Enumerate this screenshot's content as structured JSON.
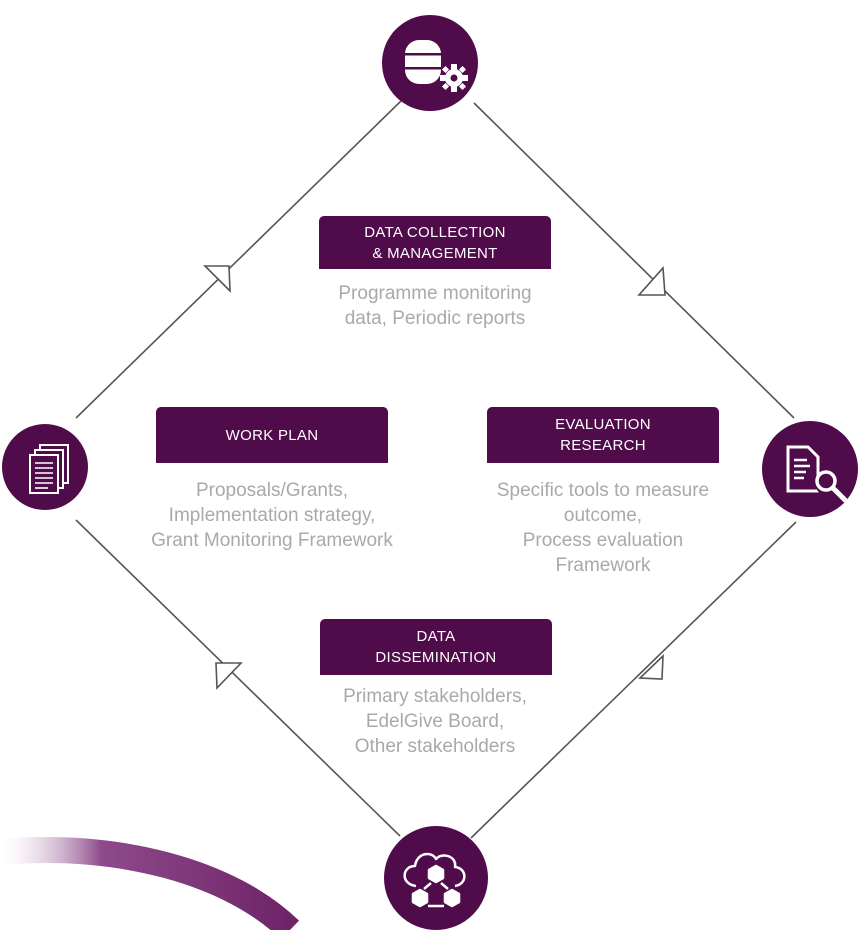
{
  "colors": {
    "purple": "#4f0b4a",
    "line": "#555555",
    "desc_text": "#a9a9a9"
  },
  "nodes": {
    "top": {
      "icon": "database-gear-icon"
    },
    "left": {
      "icon": "documents-stack-icon"
    },
    "right": {
      "icon": "document-search-icon"
    },
    "bottom": {
      "icon": "cloud-network-icon"
    }
  },
  "stages": {
    "data_collection": {
      "title": [
        "DATA COLLECTION",
        "& MANAGEMENT"
      ],
      "desc": [
        "Programme monitoring",
        "data, Periodic reports"
      ]
    },
    "work_plan": {
      "title": [
        "WORK PLAN"
      ],
      "desc": [
        "Proposals/Grants,",
        "Implementation strategy,",
        "Grant Monitoring Framework"
      ]
    },
    "evaluation_research": {
      "title": [
        "EVALUATION",
        "RESEARCH"
      ],
      "desc": [
        "Specific tools to measure",
        "outcome,",
        "Process evaluation",
        "Framework"
      ]
    },
    "data_dissemination": {
      "title": [
        "DATA",
        "DISSEMINATION"
      ],
      "desc": [
        "Primary stakeholders,",
        "EdelGive Board,",
        "Other stakeholders"
      ]
    }
  }
}
